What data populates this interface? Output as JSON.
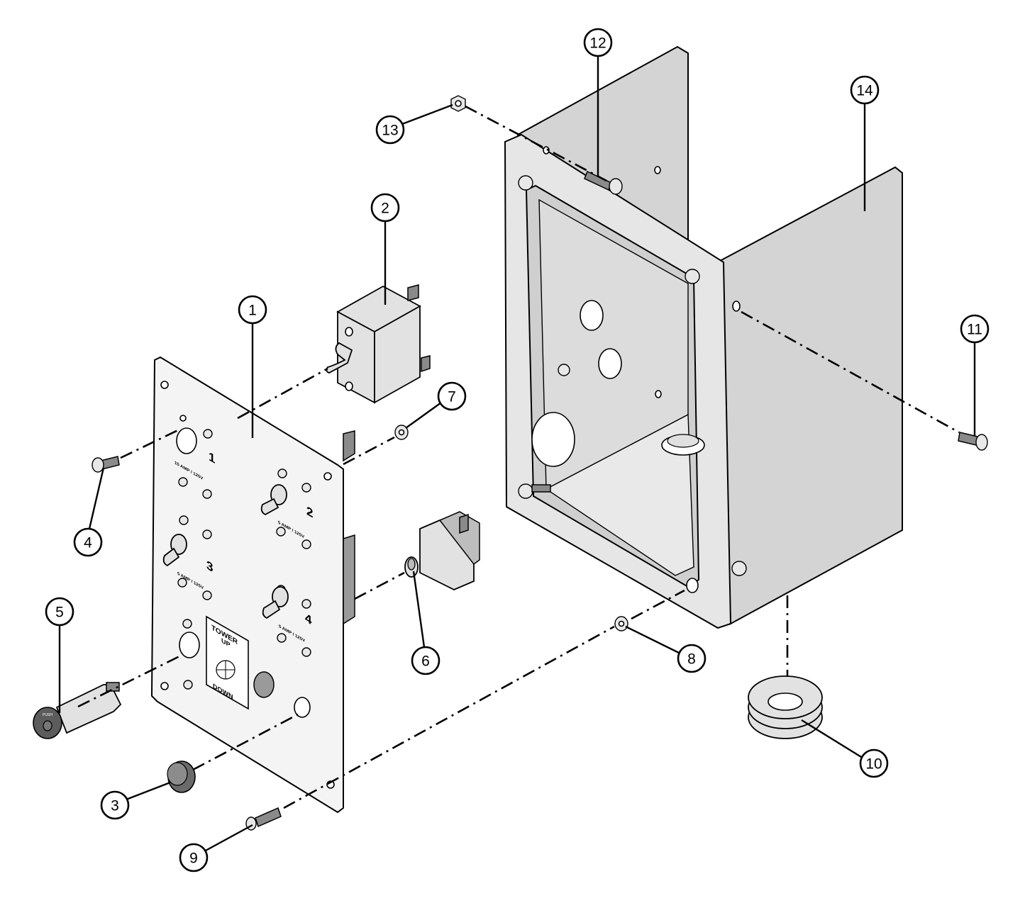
{
  "callouts": [
    {
      "id": "1",
      "label": "1"
    },
    {
      "id": "2",
      "label": "2"
    },
    {
      "id": "3",
      "label": "3"
    },
    {
      "id": "4",
      "label": "4"
    },
    {
      "id": "5",
      "label": "5"
    },
    {
      "id": "6",
      "label": "6"
    },
    {
      "id": "7",
      "label": "7"
    },
    {
      "id": "8",
      "label": "8"
    },
    {
      "id": "9",
      "label": "9"
    },
    {
      "id": "10",
      "label": "10"
    },
    {
      "id": "11",
      "label": "11"
    },
    {
      "id": "12",
      "label": "12"
    },
    {
      "id": "13",
      "label": "13"
    },
    {
      "id": "14",
      "label": "14"
    }
  ],
  "panel": {
    "switch_numbers": [
      "1",
      "2",
      "3",
      "4"
    ],
    "ratings": [
      "15 AMP / 125V",
      "5 AMP / 125V",
      "5 AMP / 125V",
      "5 AMP / 125V"
    ],
    "tower_title": "TOWER",
    "tower_up": "UP",
    "tower_down": "DOWN"
  },
  "fuse_cap_label": "PUSH"
}
